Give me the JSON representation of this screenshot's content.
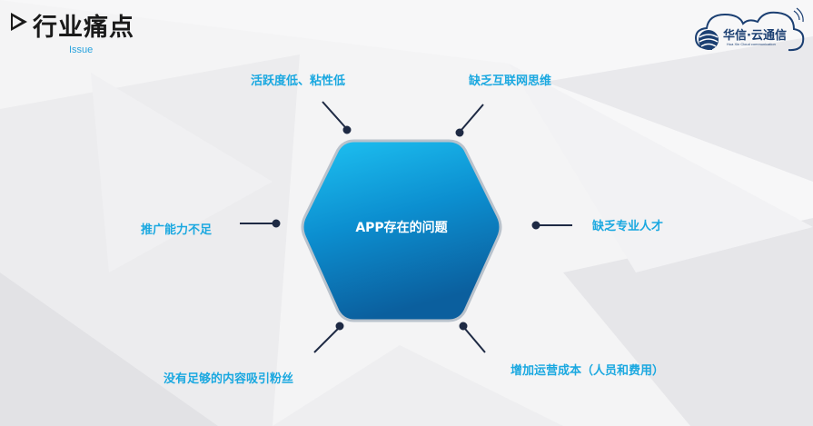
{
  "header": {
    "title": "行业痛点",
    "subtitle": "Issue"
  },
  "logo": {
    "name": "华信·云通信",
    "tagline": "Hua Xin Cloud communication"
  },
  "diagram": {
    "center": "APP存在的问题",
    "colors": {
      "hex_light": "#1ec2f2",
      "hex_dark": "#0b5f9e",
      "label": "#1aa8e0",
      "connector": "#1e2a44"
    },
    "issues": [
      "活跃度低、粘性低",
      "缺乏互联网思维",
      "推广能力不足",
      "缺乏专业人才",
      "没有足够的内容吸引粉丝",
      "增加运营成本（人员和费用）"
    ]
  }
}
